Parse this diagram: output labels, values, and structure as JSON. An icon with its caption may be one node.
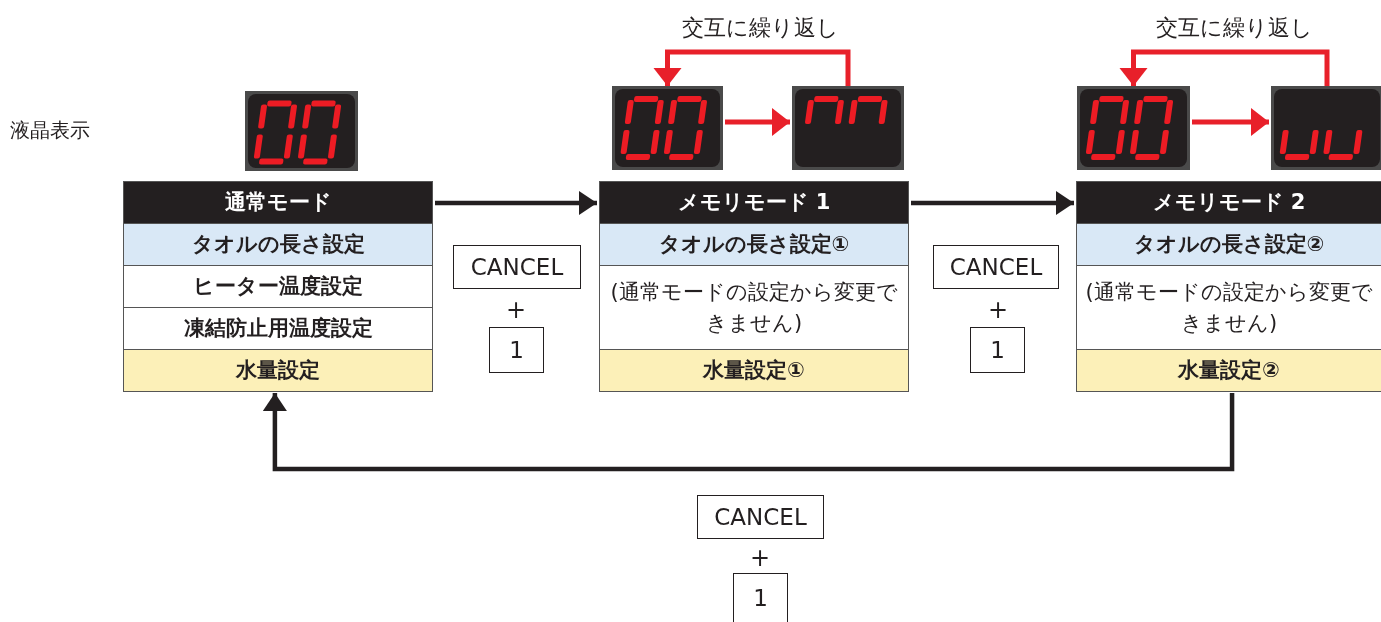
{
  "diagram": {
    "nodes": [
      {
        "text": [],
        "shape": "display"
      },
      {
        "text": [],
        "shape": "display"
      },
      {
        "text": [],
        "shape": "display"
      },
      {
        "text": [],
        "shape": "display"
      },
      {
        "text": [],
        "shape": "display"
      },
      {
        "text": [
          "通常モード",
          "タオルの長さ設定",
          "ヒーター温度設定",
          "凍結防止用温度設定",
          "水量設定"
        ]
      },
      {
        "text": [
          "メモリモード 1",
          "タオルの長さ設定①",
          "(通常モードの設定から変更できません)",
          "水量設定①"
        ]
      },
      {
        "text": [
          "メモリモード 2",
          "タオルの長さ設定②",
          "(通常モードの設定から変更できません)",
          "水量設定②"
        ]
      },
      {
        "text": [
          "CANCEL"
        ]
      },
      {
        "text": [
          "1"
        ]
      },
      {
        "text": [
          "CANCEL"
        ]
      },
      {
        "text": [
          "1"
        ]
      },
      {
        "text": [
          "CANCEL"
        ]
      },
      {
        "text": [
          "1"
        ]
      }
    ],
    "edges": [
      {
        "from": 5,
        "to": 6,
        "arrow": "to",
        "color": "#231f20"
      },
      {
        "from": 6,
        "to": 7,
        "arrow": "to",
        "color": "#231f20"
      },
      {
        "from": 7,
        "to": 5,
        "arrow": "to",
        "color": "#231f20"
      },
      {
        "from": 1,
        "to": 2,
        "arrow": "to",
        "color": "#e8202a"
      },
      {
        "from": 2,
        "to": 1,
        "arrow": "to",
        "color": "#e8202a",
        "label": "交互に繰り返し"
      },
      {
        "from": 3,
        "to": 4,
        "arrow": "to",
        "color": "#e8202a"
      },
      {
        "from": 4,
        "to": 3,
        "arrow": "to",
        "color": "#e8202a",
        "label": "交互に繰り返し"
      }
    ],
    "labels": [
      "液晶表示",
      "+",
      "+",
      "+"
    ]
  }
}
